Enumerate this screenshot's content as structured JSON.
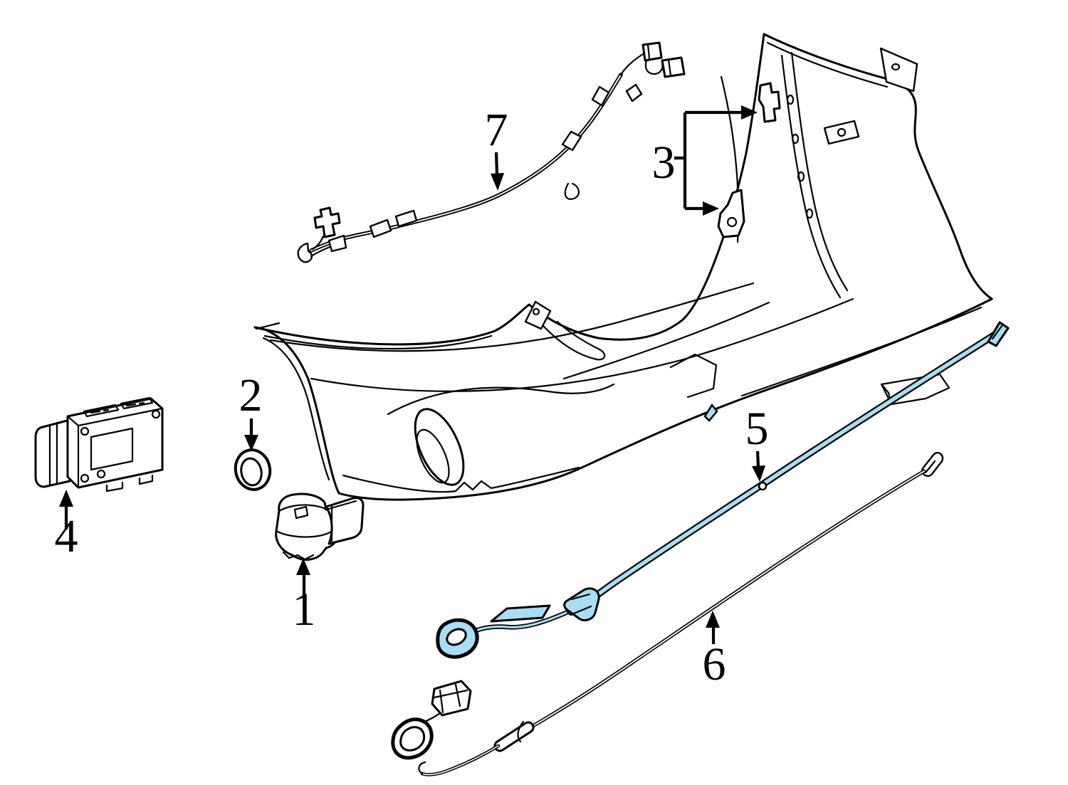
{
  "diagram": {
    "background_color": "#ffffff",
    "line_color": "#000000",
    "highlight_color": "#a8ddf4",
    "callouts": [
      {
        "label": "1"
      },
      {
        "label": "2"
      },
      {
        "label": "3"
      },
      {
        "label": "4"
      },
      {
        "label": "5"
      },
      {
        "label": "6"
      },
      {
        "label": "7"
      }
    ]
  }
}
